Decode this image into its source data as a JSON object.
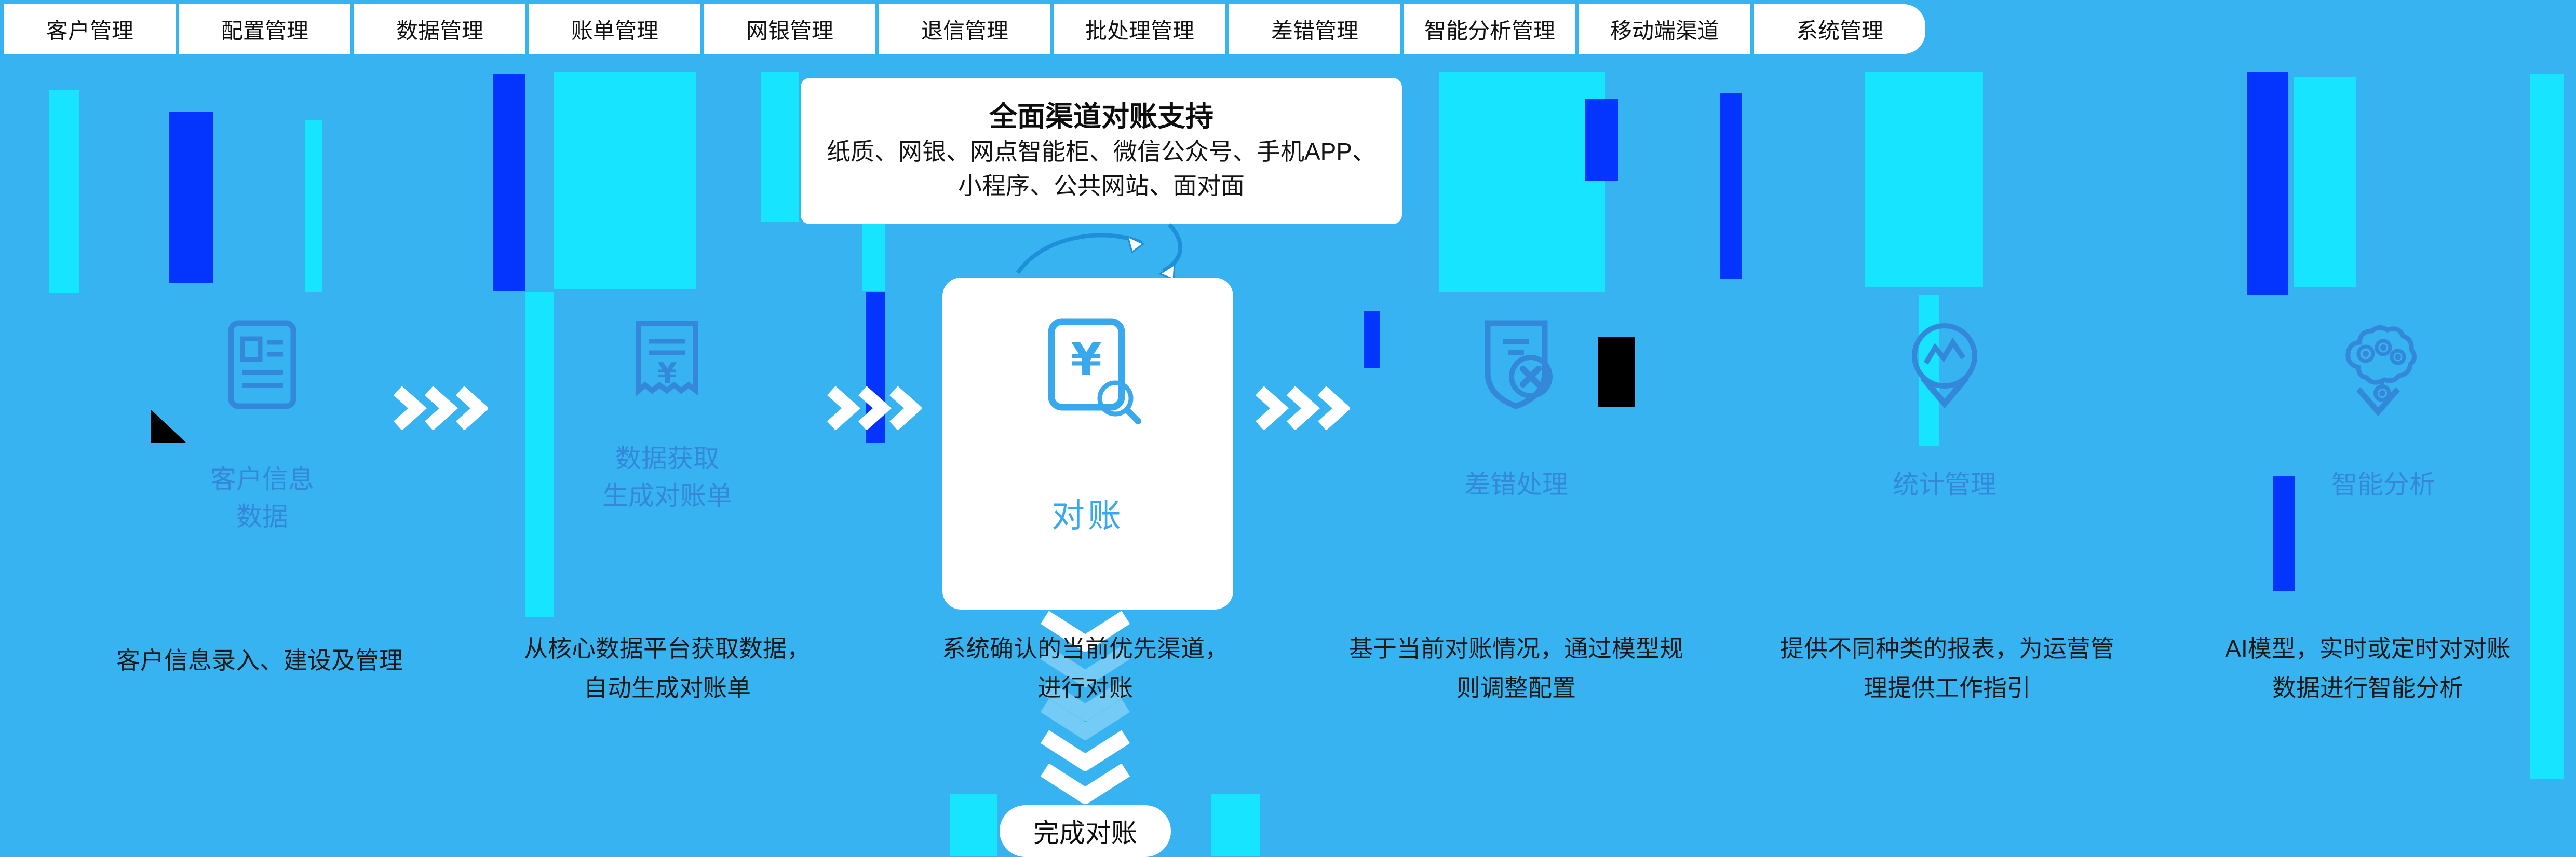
{
  "palette": {
    "background": "#36b3f0",
    "tab_background": "#ffffff",
    "tab_text": "#111111",
    "station_blue": "#3488da",
    "center_accent": "#39a8ec",
    "caption_text": "#1a1a1a",
    "arrow_white": "#ffffff",
    "cycle_arrow_blue": "#1e8fd9",
    "glitch_cyan": "#17e4ff",
    "glitch_blue": "#0435ff"
  },
  "tabs": [
    "客户管理",
    "配置管理",
    "数据管理",
    "账单管理",
    "网银管理",
    "退信管理",
    "批处理管理",
    "差错管理",
    "智能分析管理",
    "移动端渠道",
    "系统管理"
  ],
  "banner": {
    "title": "全面渠道对账支持",
    "lines": [
      "纸质、网银、网点智能柜、微信公众号、手机APP、",
      "小程序、公共网站、面对面"
    ]
  },
  "flow": {
    "stations": [
      {
        "id": "customer-data",
        "label_lines": [
          "客户信息",
          "数据"
        ],
        "caption_lines": [
          "客户信息录入、建设及管理"
        ]
      },
      {
        "id": "bill-generation",
        "label_lines": [
          "数据获取",
          "生成对账单"
        ],
        "caption_lines": [
          "从核心数据平台获取数据，",
          "自动生成对账单"
        ]
      },
      {
        "id": "error-handling",
        "label_lines": [
          "差错处理"
        ],
        "caption_lines": [
          "基于当前对账情况，通过模型规",
          "则调整配置"
        ]
      },
      {
        "id": "report",
        "label_lines": [
          "统计管理"
        ],
        "caption_lines": [
          "提供不同种类的报表，为运营管",
          "理提供工作指引"
        ]
      },
      {
        "id": "ai-analysis",
        "label_lines": [
          "智能分析"
        ],
        "caption_lines": [
          "AI模型，实时或定时对对账",
          "数据进行智能分析"
        ]
      }
    ],
    "center": {
      "label": "对账",
      "caption_lines": [
        "系统确认的当前优先渠道，",
        "进行对账"
      ],
      "done_label": "完成对账"
    }
  },
  "icons": {
    "station_customer": "id-card-icon",
    "station_bill": "receipt-yen-icon",
    "center": "reconcile-search-icon",
    "station_error": "error-x-shield-icon",
    "station_report": "report-medal-icon",
    "station_ai": "ai-brain-icon",
    "flow_arrow": "chevron-right-triple-icon",
    "down_arrow": "chevron-down-icon",
    "cycle_arrow": "sync-arrows-icon"
  }
}
